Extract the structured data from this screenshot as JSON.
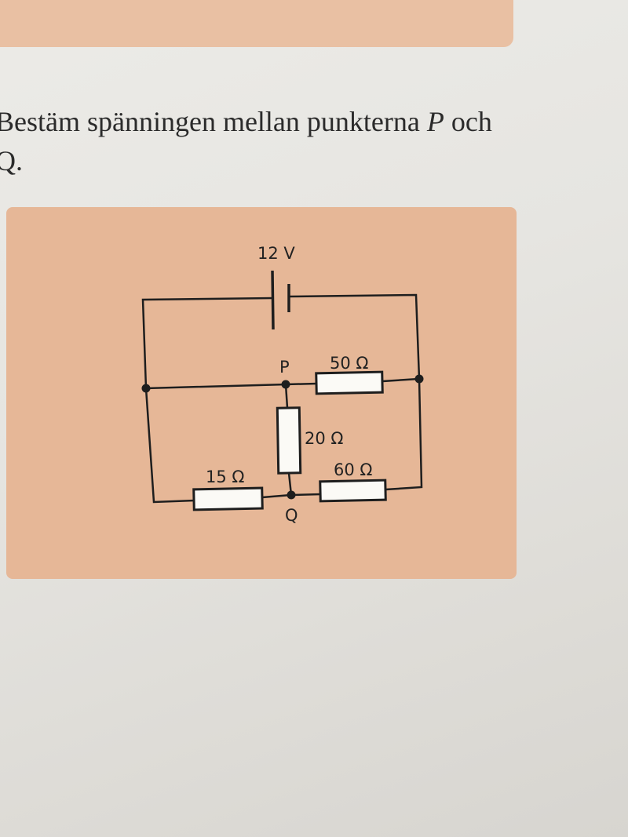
{
  "question": {
    "text_before_p": "Bestäm spänningen mellan punkterna ",
    "point_p": "P",
    "text_middle": " och",
    "point_q": "Q",
    "text_end": "."
  },
  "circuit": {
    "battery_label": "12 V",
    "point_p_label": "P",
    "point_q_label": "Q",
    "resistors": {
      "r50": "50 Ω",
      "r20": "20 Ω",
      "r15": "15 Ω",
      "r60": "60 Ω"
    }
  },
  "colors": {
    "panel": "#e6b797",
    "wire": "#1e1e1e",
    "resistor_fill": "#fbfaf6"
  }
}
